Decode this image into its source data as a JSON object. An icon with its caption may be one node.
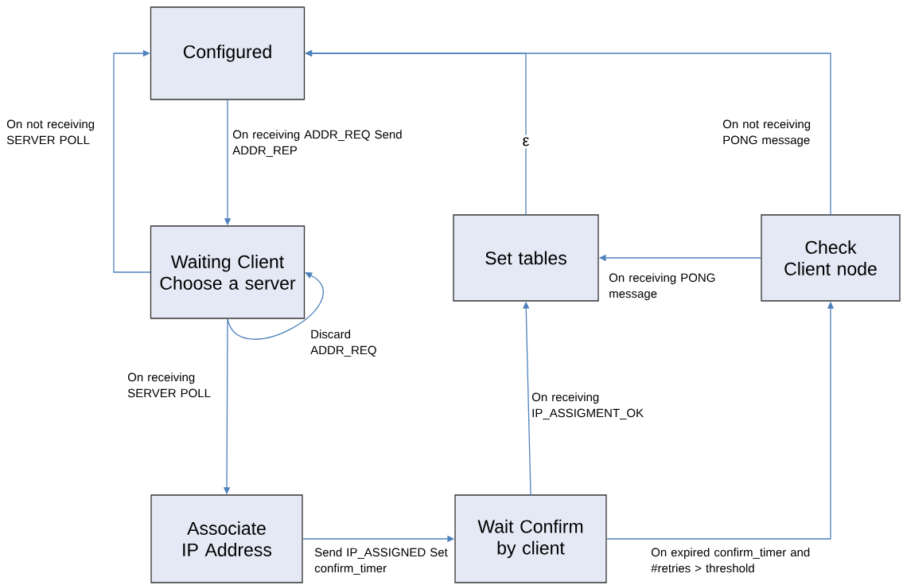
{
  "diagram": {
    "nodes": [
      {
        "text": [
          "Configured"
        ]
      },
      {
        "text": [
          "Waiting Client Choose a server"
        ]
      },
      {
        "text": [
          "Set tables"
        ]
      },
      {
        "text": [
          "Check Client node"
        ]
      },
      {
        "text": [
          "Associate IP Address"
        ]
      },
      {
        "text": [
          "Wait Confirm by client"
        ]
      }
    ],
    "edges": [
      {
        "from": 0,
        "to": 1,
        "arrow": "to",
        "label": "On receiving ADDR_REQ Send ADDR_REP"
      },
      {
        "from": 1,
        "to": 0,
        "arrow": "to",
        "label": "On not receiving SERVER POLL"
      },
      {
        "from": 1,
        "to": 1,
        "arrow": "to",
        "label": "Discard ADDR_REQ"
      },
      {
        "from": 1,
        "to": 4,
        "arrow": "to",
        "label": "On receiving SERVER POLL"
      },
      {
        "from": 4,
        "to": 5,
        "arrow": "to",
        "label": "Send IP_ASSIGNED Set confirm_timer"
      },
      {
        "from": 5,
        "to": 2,
        "arrow": "to",
        "label": "On receiving IP_ASSIGMENT_OK"
      },
      {
        "from": 5,
        "to": 3,
        "arrow": "to",
        "label": "On expired confirm_timer and #retries > threshold"
      },
      {
        "from": 3,
        "to": 2,
        "arrow": "to",
        "label": "On receiving PONG message"
      },
      {
        "from": 2,
        "to": 0,
        "arrow": "to",
        "label": "ε"
      },
      {
        "from": 3,
        "to": 0,
        "arrow": "to",
        "label": "On not receiving PONG message"
      }
    ]
  }
}
